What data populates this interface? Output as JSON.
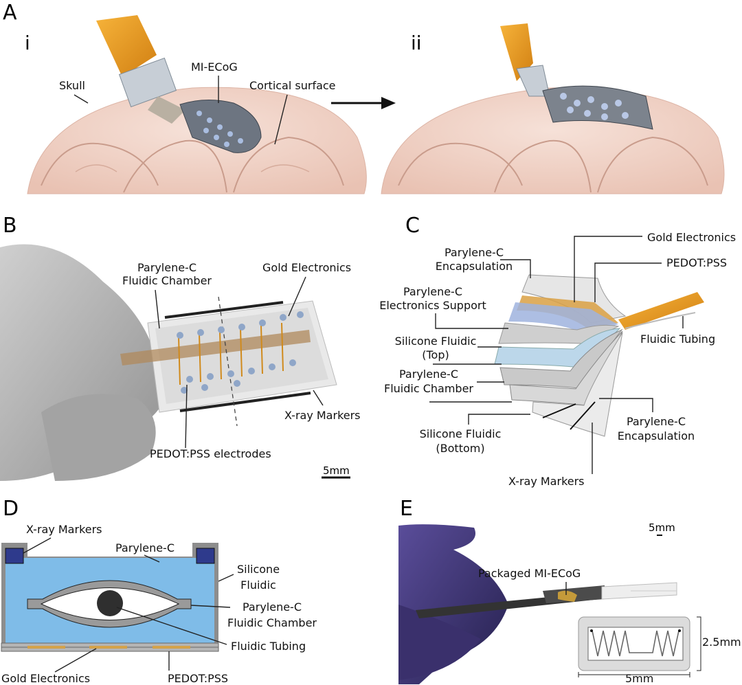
{
  "panels": {
    "A": "A",
    "B": "B",
    "C": "C",
    "D": "D",
    "E": "E"
  },
  "panel_a": {
    "sub_i": "i",
    "sub_ii": "ii",
    "skull": "Skull",
    "device": "MI-ECoG",
    "cortical": "Cortical surface"
  },
  "panel_b": {
    "chamber_line1": "Parylene-C",
    "chamber_line2": "Fluidic Chamber",
    "gold": "Gold Electronics",
    "xray": "X-ray Markers",
    "pedot": "PEDOT:PSS electrodes",
    "scale": "5mm"
  },
  "panel_c": {
    "enc_top_1": "Parylene-C",
    "enc_top_2": "Encapsulation",
    "support_1": "Parylene-C",
    "support_2": "Electronics Support",
    "sil_top_1": "Silicone Fluidic",
    "sil_top_2": "(Top)",
    "chamber_1": "Parylene-C",
    "chamber_2": "Fluidic Chamber",
    "sil_bot_1": "Silicone Fluidic",
    "sil_bot_2": "(Bottom)",
    "gold": "Gold Electronics",
    "pedot": "PEDOT:PSS",
    "tubing": "Fluidic Tubing",
    "enc_bot_1": "Parylene-C",
    "enc_bot_2": "Encapsulation",
    "xray": "X-ray Markers"
  },
  "panel_d": {
    "xray": "X-ray Markers",
    "parylene": "Parylene-C",
    "silicone_1": "Silicone",
    "silicone_2": "Fluidic",
    "chamber_1": "Parylene-C",
    "chamber_2": "Fluidic Chamber",
    "tubing": "Fluidic Tubing",
    "gold": "Gold Electronics",
    "pedot": "PEDOT:PSS"
  },
  "panel_e": {
    "packaged": "Packaged MI-ECoG",
    "scale": "5mm",
    "dim_h": "2.5mm",
    "dim_w": "5mm"
  },
  "colors": {
    "gold": "#e49a1e",
    "pedot_blue": "#8fa6c8",
    "silicone_blue": "#7fbce8",
    "marker_navy": "#2e3a8c",
    "glove_purple": "#3e3575",
    "brain_pink": "#f1d3c7"
  }
}
